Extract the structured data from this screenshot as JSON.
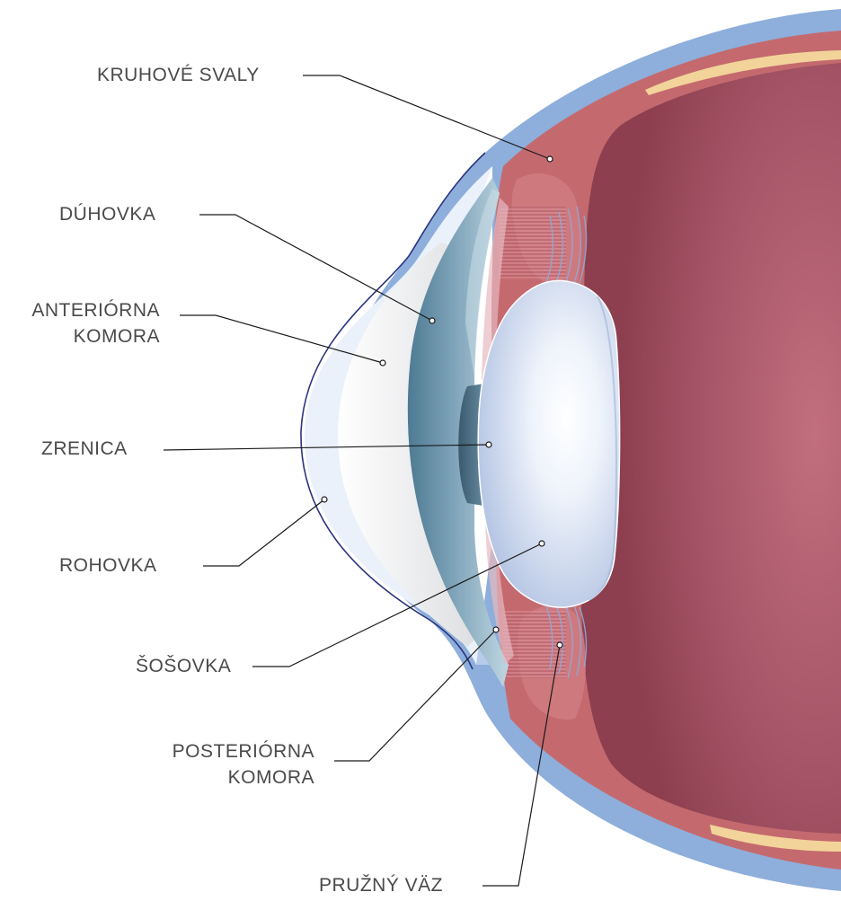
{
  "labels": {
    "kruhove_svaly": "KRUHOVÉ SVALY",
    "duhovka": "DÚHOVKA",
    "anteriorna_l1": "ANTERIÓRNA",
    "anteriorna_l2": "KOMORA",
    "zrenica": "ZRENICA",
    "rohovka": "ROHOVKA",
    "sosovka": "ŠOŠOVKA",
    "posteriorna_l1": "POSTERIÓRNA",
    "posteriorna_l2": "KOMORA",
    "pruzny_vaz": "PRUŽNÝ VÄZ"
  },
  "colors": {
    "sclera": "#8eaedb",
    "choroid": "#c46a6e",
    "retina_band": "#f2d49a",
    "vitreous": "#a35566",
    "cornea_outline": "#2a3480",
    "leader": "#1a1a1a",
    "lens": "#cfdcee",
    "iris": "#5c8aa3",
    "text": "#4a4a4a"
  }
}
